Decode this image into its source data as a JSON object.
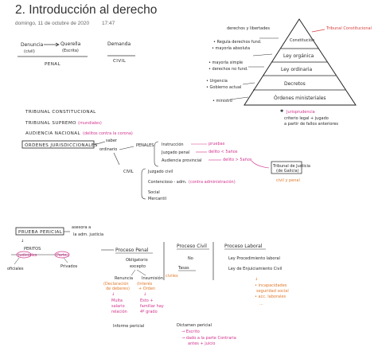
{
  "note": {
    "title": "2. Introducción al derecho",
    "date": "domingo, 11 de octubre de 2020",
    "time": "17:47"
  },
  "top_left": {
    "denuncia": "Denuncia",
    "denuncia_sub": "(civil)",
    "querella": "Querella",
    "querella_sub": "(Escrita)",
    "demanda": "Demanda",
    "penal": "PENAL",
    "civil": "CIVIL"
  },
  "pyramid": {
    "levels": [
      "Constitución",
      "Ley orgánica",
      "Ley ordinaria",
      "Decretos",
      "Órdenes ministeriales"
    ],
    "left_notes": [
      "derechos y libertades",
      "• Regula derechos fund.",
      "• mayoría absoluta",
      "• mayoría simple",
      "• derechos no fund.",
      "• Urgencia",
      "• Gobierno actual",
      "• ministro"
    ],
    "right_note": "Tribunal Constitucional",
    "jurisprudencia": "Jurisprudencia",
    "jurisprudencia_note_1": "criterio legal + jugado",
    "jurisprudencia_note_2": "a partir de fallos anteriores"
  },
  "courts": {
    "tc": "TRIBUNAL CONSTITUCIONAL",
    "ts": "TRIBUNAL SUPREMO",
    "ts_note": "(mundiales)",
    "an": "AUDIENCIA NACIONAL",
    "an_note": "(delitos contra la corona)",
    "oj": "ÓRDENES JURISDICCIONALES",
    "saber": "saber",
    "ordinario": "ordinario",
    "penales": "PENALES",
    "penal_items": [
      "Instrucción",
      "Juzgado penal",
      "Audiencia provincial"
    ],
    "penal_notes": [
      "pruebas",
      "delito < 5años",
      "delito > 5años"
    ],
    "civil_label": "CIVIL",
    "civil_items": [
      "Juzgado civil",
      "Contencioso - adm.",
      "Social",
      "Mercantil"
    ],
    "contencioso_note": "(contra administración)",
    "ley_box": "Tribunal de Justicia",
    "ley_box_2": "(de Galicia)",
    "civil_y_penal": "civil y penal"
  },
  "bottom": {
    "prueba_pericial": "PRUEBA PERICIAL",
    "asesora": "asesora a",
    "asesora_2": "la adm. justicia",
    "peritos": "PERITOS",
    "judiciales": "judiciales",
    "oficiales": "oficiales",
    "partes": "Partes",
    "privados": "Privados",
    "proceso_penal": "Proceso Penal",
    "obligatorio": "Obligatorio",
    "excepto": "excepto",
    "renuncia": "Renuncia",
    "insumisión": "Insumisión",
    "renuncia_note_1": "(Declaración",
    "renuncia_note_2": "de deberes)",
    "insumision_note_1": "(Interés",
    "insumision_note_2": "+ Orden",
    "multa_1": "Multa",
    "multa_2": "salario",
    "multa_3": "relación",
    "familiar_1": "Esto +",
    "familiar_2": "familiar hay",
    "familiar_3": "4º grado",
    "informe": "Informe pericial",
    "proceso_civil": "Proceso Civil",
    "no": "No",
    "tasas": "Tasas",
    "civil_note": "civiles",
    "proceso_laboral": "Proceso Laboral",
    "laboral_1": "Ley Procedimiento laboral",
    "laboral_2": "Ley de Enjuiciamiento Civil",
    "orange_1": "• incapacidades",
    "orange_2": "seguridad social",
    "orange_3": "• acc. laborales",
    "dots": "...",
    "dictamen": "Dictamen pericial",
    "dictamen_1": "→ Escrito",
    "dictamen_2": "→ dado a la parte Contraria",
    "dictamen_3": "antes + juicio"
  }
}
